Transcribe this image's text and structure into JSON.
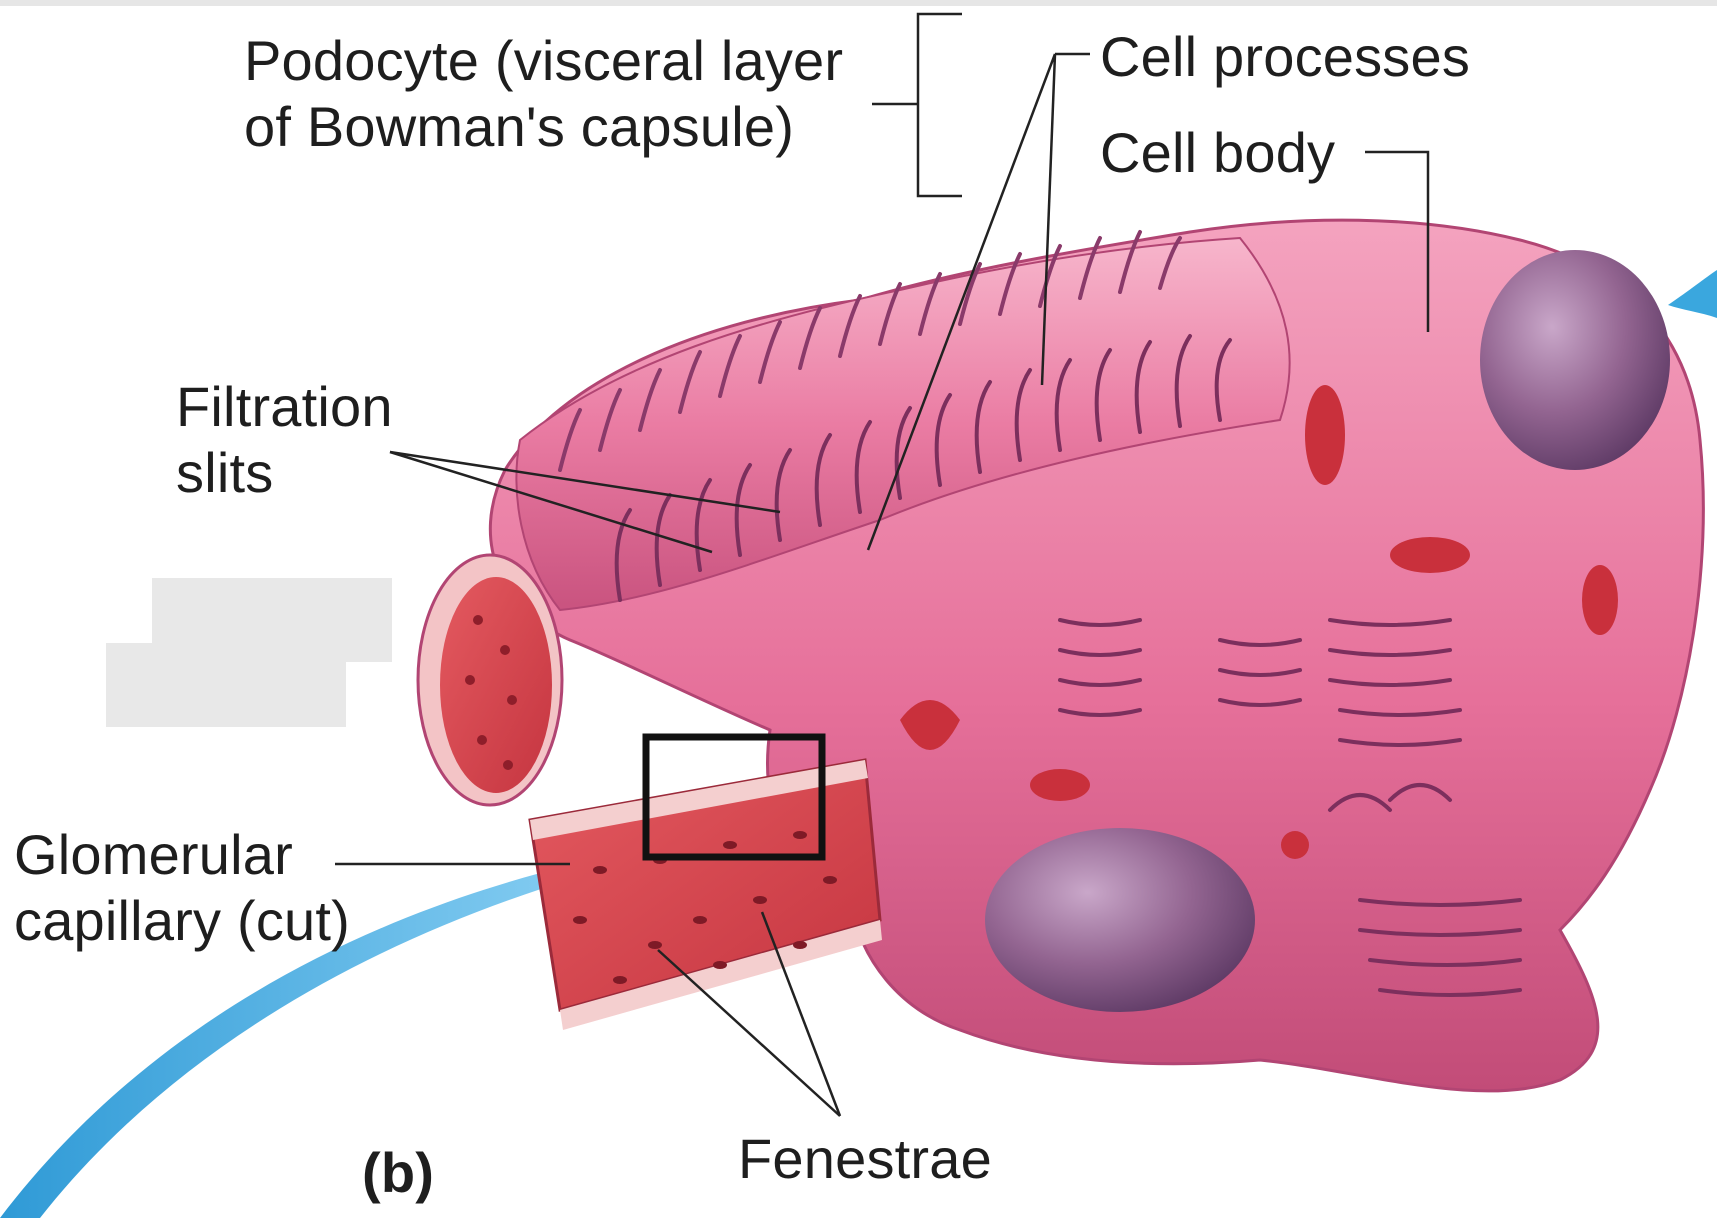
{
  "figure": {
    "panel_label": "(b)",
    "labels": {
      "podocyte": [
        "Podocyte (visceral layer",
        "of Bowman's capsule)"
      ],
      "cell_processes": "Cell processes",
      "cell_body": "Cell body",
      "filtration_slits": [
        "Filtration",
        "slits"
      ],
      "glomerular_capillary": [
        "Glomerular",
        "capillary (cut)"
      ],
      "fenestrae": "Fenestrae"
    }
  },
  "colors": {
    "podocyte_pink": "#e8769a",
    "podocyte_highlight": "#f6b3c9",
    "podocyte_shadow": "#b94470",
    "capillary_red": "#d9414a",
    "nucleus_purple": "#8c5f8e",
    "accent_blue": "#3aa7de",
    "redaction_gray": "#e8e8e8",
    "leader_line": "#222222"
  }
}
